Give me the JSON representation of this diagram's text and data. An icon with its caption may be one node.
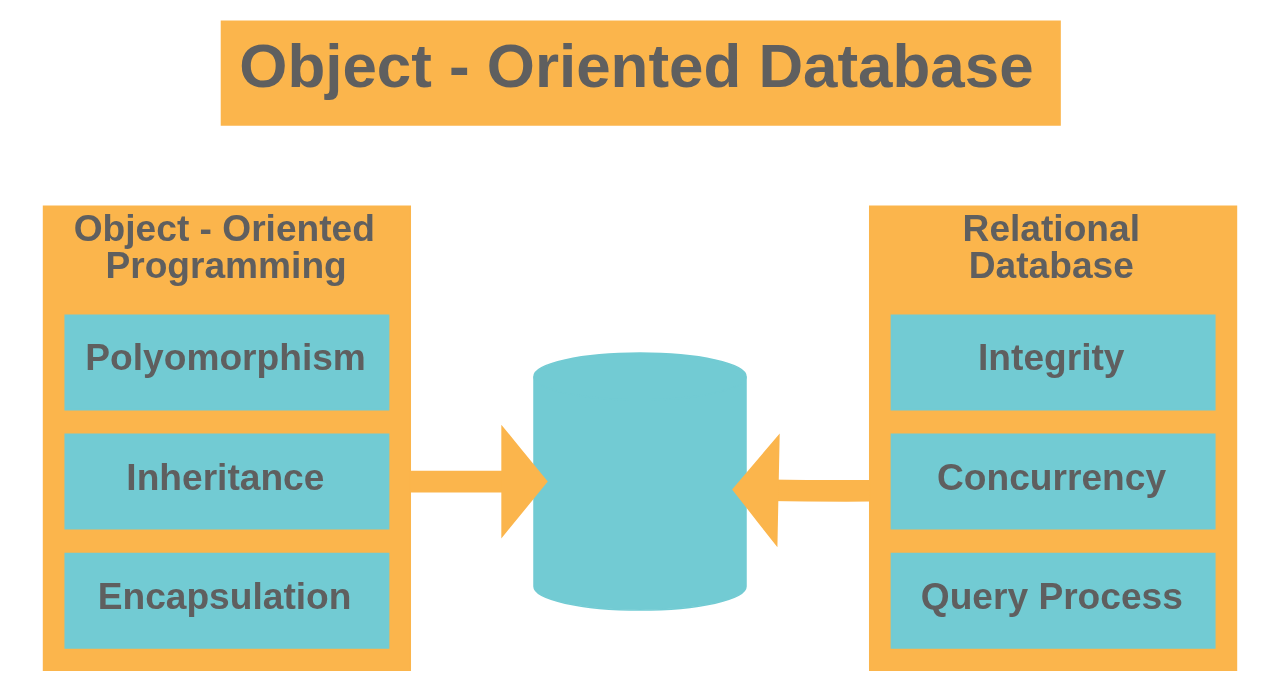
{
  "diagram": {
    "title": "Object - Oriented Database",
    "nodes": [
      {
        "text": [
          "Object - Oriented Programming"
        ]
      },
      {
        "text": [
          "Polyomorphism"
        ],
        "in": 0
      },
      {
        "text": [
          "Inheritance"
        ],
        "in": 0
      },
      {
        "text": [
          "Encapsulation"
        ],
        "in": 0
      },
      {
        "text": [],
        "shape": "cylinder"
      },
      {
        "text": [
          "Relational Database"
        ]
      },
      {
        "text": [
          "Integrity"
        ],
        "in": 5
      },
      {
        "text": [
          "Concurrency"
        ],
        "in": 5
      },
      {
        "text": [
          "Query Process"
        ],
        "in": 5
      }
    ],
    "edges": [
      {
        "from": 0,
        "to": 4,
        "arrow": "to"
      },
      {
        "from": 5,
        "to": 4,
        "arrow": "to"
      }
    ]
  }
}
